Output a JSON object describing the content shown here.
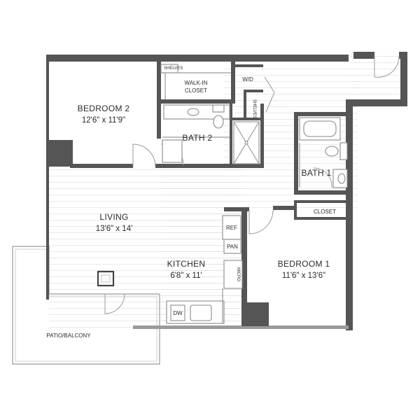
{
  "rooms": {
    "bedroom2": {
      "name": "BEDROOM 2",
      "dims": "12'6\" x 11'9\""
    },
    "walkin_closet": {
      "line1": "WALK-IN",
      "line2": "CLOSET"
    },
    "shelves_top": "SHELVES",
    "shelves_side": "SHELVES",
    "wd": "W/D",
    "bath2": "BATH 2",
    "bath1": "BATH 1",
    "living": {
      "name": "LIVING",
      "dims": "13'6\" x 14'"
    },
    "kitchen": {
      "name": "KITCHEN",
      "dims": "6'8\" x 11'"
    },
    "bedroom1": {
      "name": "BEDROOM 1",
      "dims": "11'6\" x 13'6\""
    },
    "closet": "CLOSET",
    "patio": "PATIO/BALCONY"
  },
  "appliances": {
    "ref": "REF",
    "pan": "PAN",
    "micro": "MICRO",
    "dw": "DW"
  },
  "colors": {
    "wall": "#555555",
    "floor_lines": "#dedede",
    "fixture_stroke": "#8a8a8a"
  }
}
